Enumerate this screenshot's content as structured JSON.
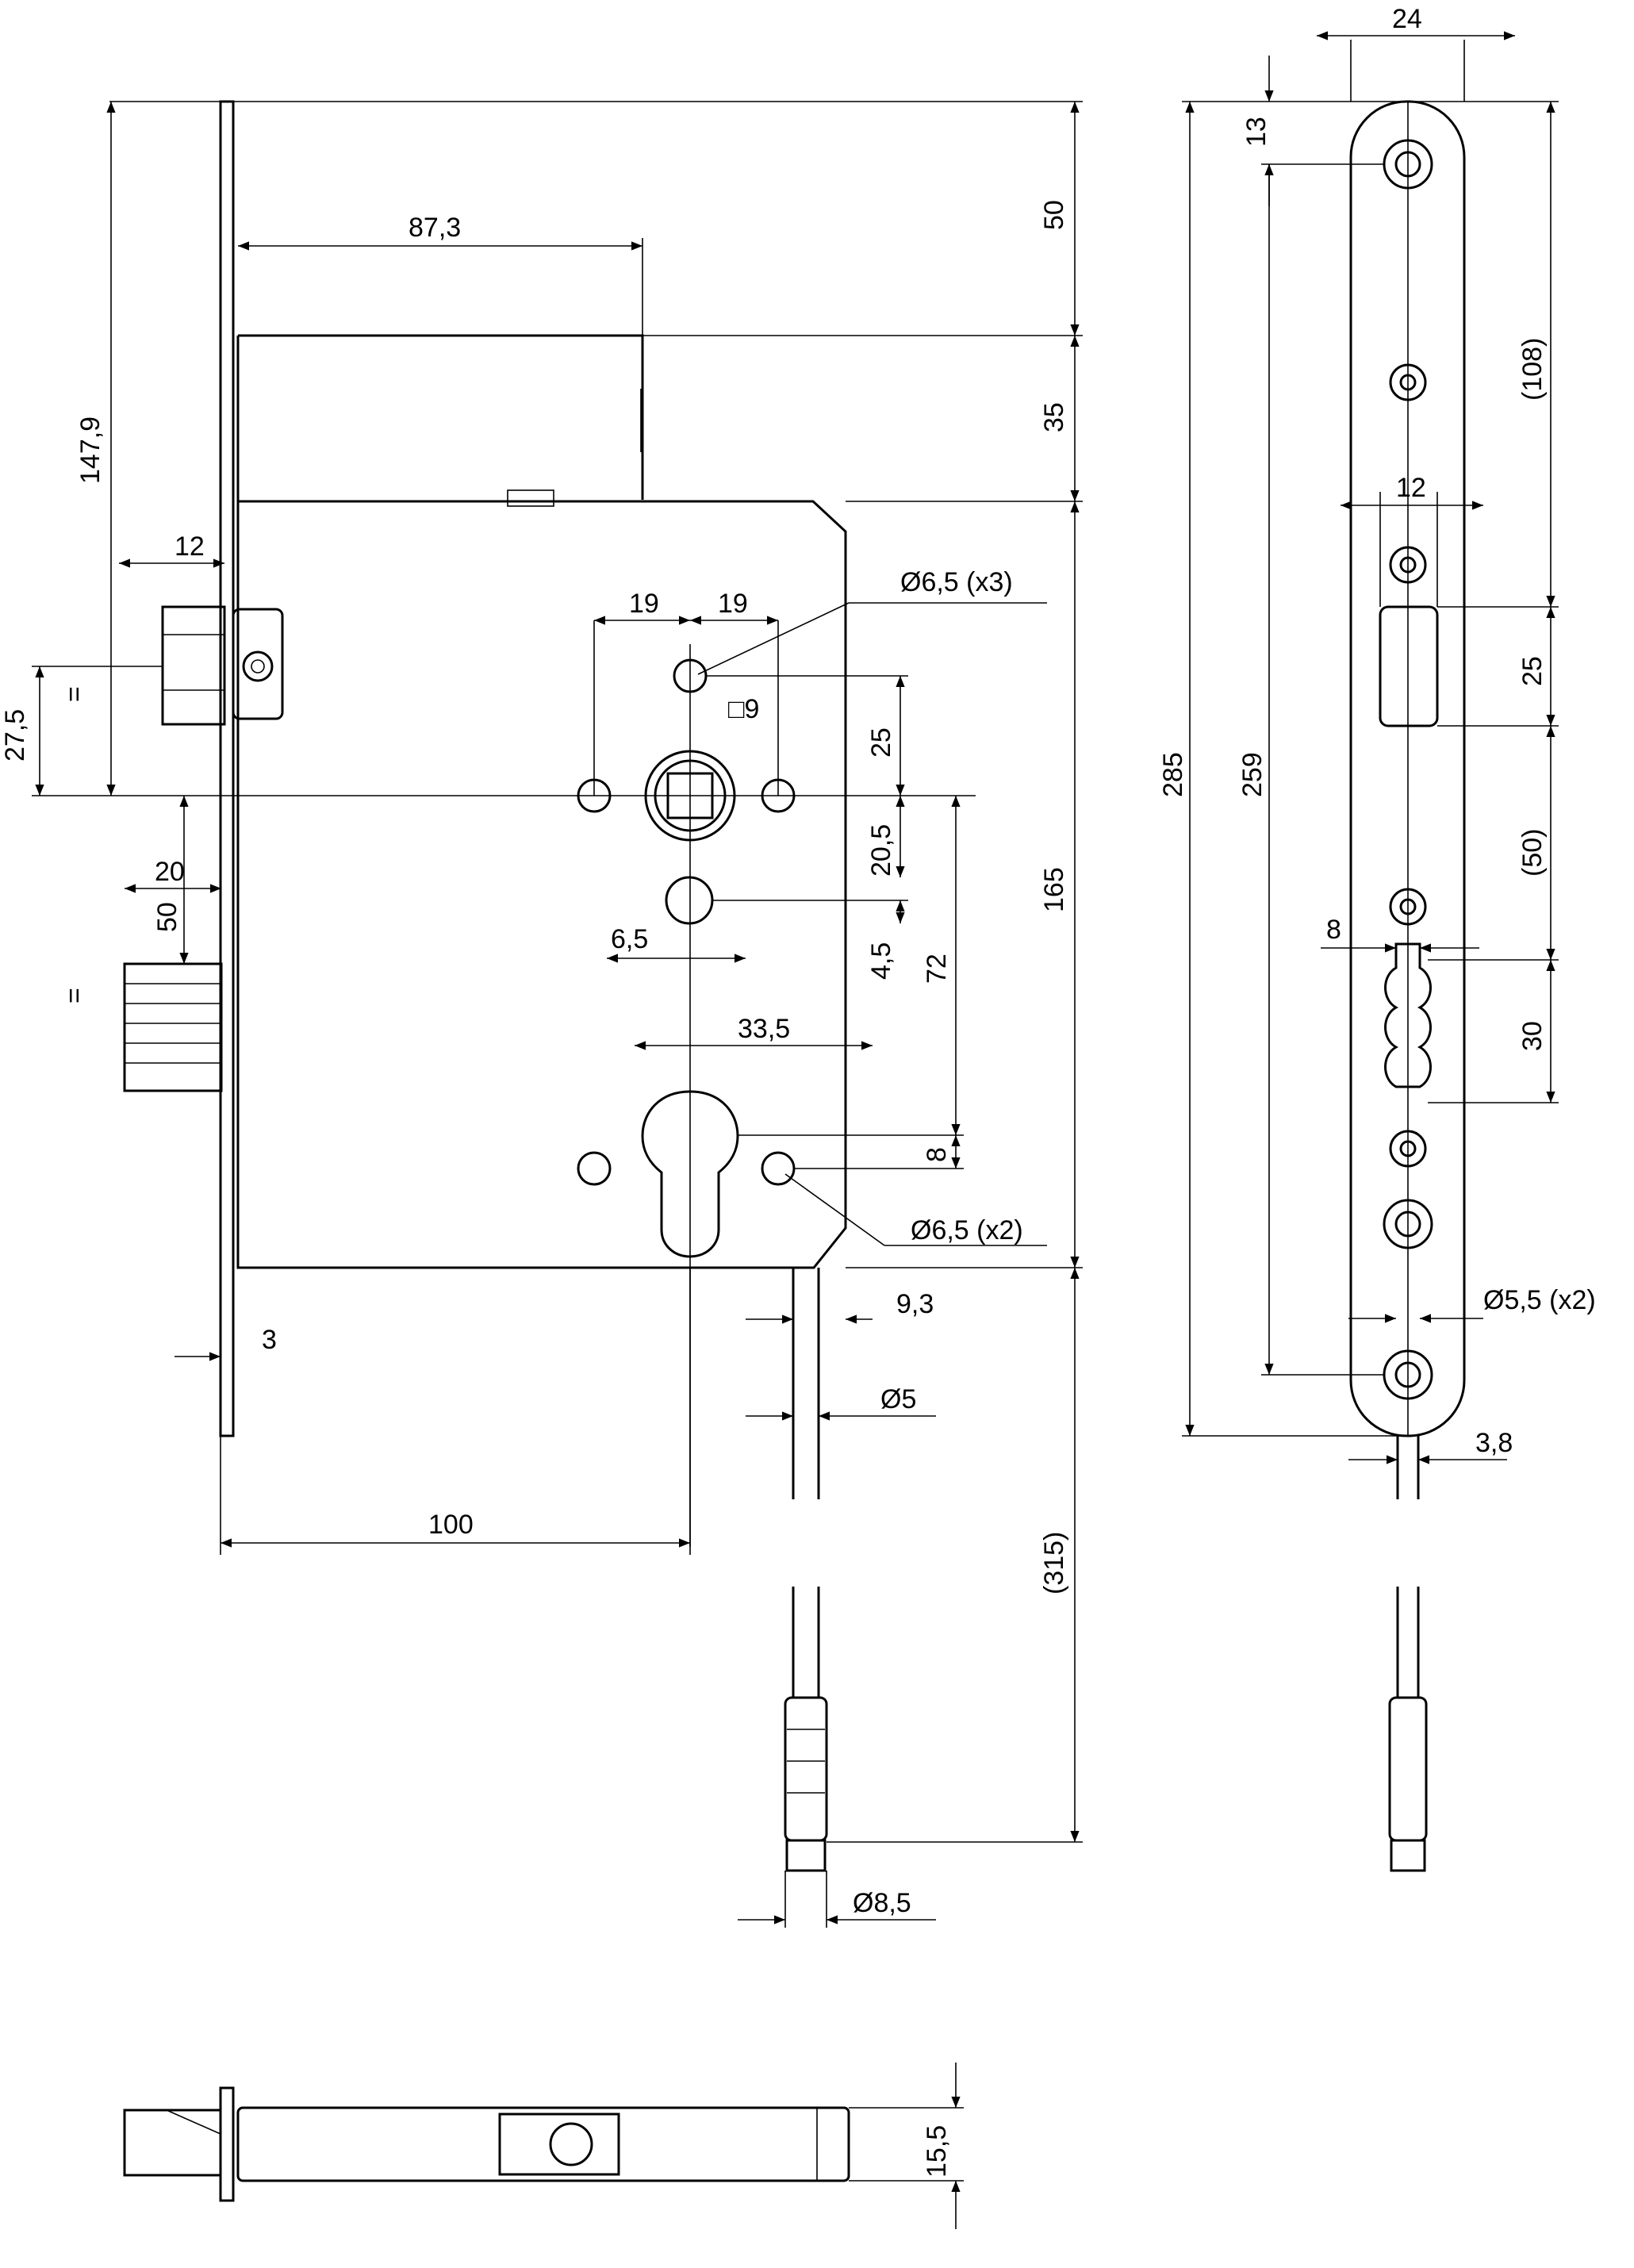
{
  "front_view": {
    "dims": {
      "faceplate_thickness": "3",
      "backset": "100",
      "case_height": "165",
      "top_50": "50",
      "top_35": "35",
      "width_87_3": "87,3",
      "height_147_9": "147,9",
      "latch_12": "12",
      "latch_27_5": "27,5",
      "bolt_20": "20",
      "bolt_50": "50",
      "spacing_19a": "19",
      "spacing_19b": "19",
      "holes_x3": "Ø6,5 (x3)",
      "square_9": "□9",
      "v25": "25",
      "v20_5": "20,5",
      "v4_5": "4,5",
      "slot_6_5": "6,5",
      "dist_72": "72",
      "cyl_33_5": "33,5",
      "cyl_8": "8",
      "holes_x2": "Ø6,5 (x2)",
      "cable_9_3": "9,3",
      "cable_5": "Ø5",
      "cable_315": "(315)",
      "plug_8_5": "Ø8,5",
      "equal_sign": "="
    }
  },
  "side_view": {
    "dims": {
      "width_24": "24",
      "top_13": "13",
      "h285": "285",
      "h259": "259",
      "s108": "(108)",
      "latch_12": "12",
      "latch_25": "25",
      "s50": "(50)",
      "bolt_8": "8",
      "bolt_30": "30",
      "screws_x2": "Ø5,5 (x2)",
      "cable_3_8": "3,8"
    }
  },
  "bottom_view": {
    "dims": {
      "depth_15_5": "15,5"
    }
  }
}
